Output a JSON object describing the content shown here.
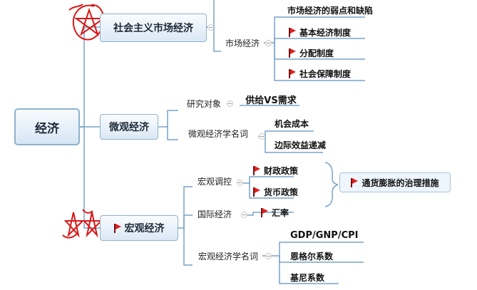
{
  "root": {
    "label": "经济"
  },
  "branches": {
    "market_economy": {
      "label": "社会主义市场经济",
      "sub": {
        "label": "市场经济"
      },
      "items": [
        "市场经济的弱点和缺陷",
        "基本经济制度",
        "分配制度",
        "社会保障制度"
      ]
    },
    "micro": {
      "label": "微观经济",
      "research": {
        "label": "研究对象",
        "item": "供给VS需求"
      },
      "terms": {
        "label": "微观经济学名词",
        "items": [
          "机会成本",
          "边际效益递减"
        ]
      }
    },
    "macro": {
      "label": "宏观经济",
      "control": {
        "label": "宏观调控",
        "items": [
          "财政政策",
          "货币政策"
        ],
        "summary": "通货膨胀的治理措施"
      },
      "international": {
        "label": "国际经济",
        "item": "汇率"
      },
      "terms": {
        "label": "宏观经济学名词",
        "items": [
          "GDP/GNP/CPI",
          "恩格尔系数",
          "基尼系数"
        ]
      }
    }
  },
  "colors": {
    "line": "#7aa2c8",
    "flag": "#e02020",
    "annotation": "#d81818"
  },
  "icons": {
    "flag": "flag-icon",
    "collapse": "collapse-icon"
  }
}
